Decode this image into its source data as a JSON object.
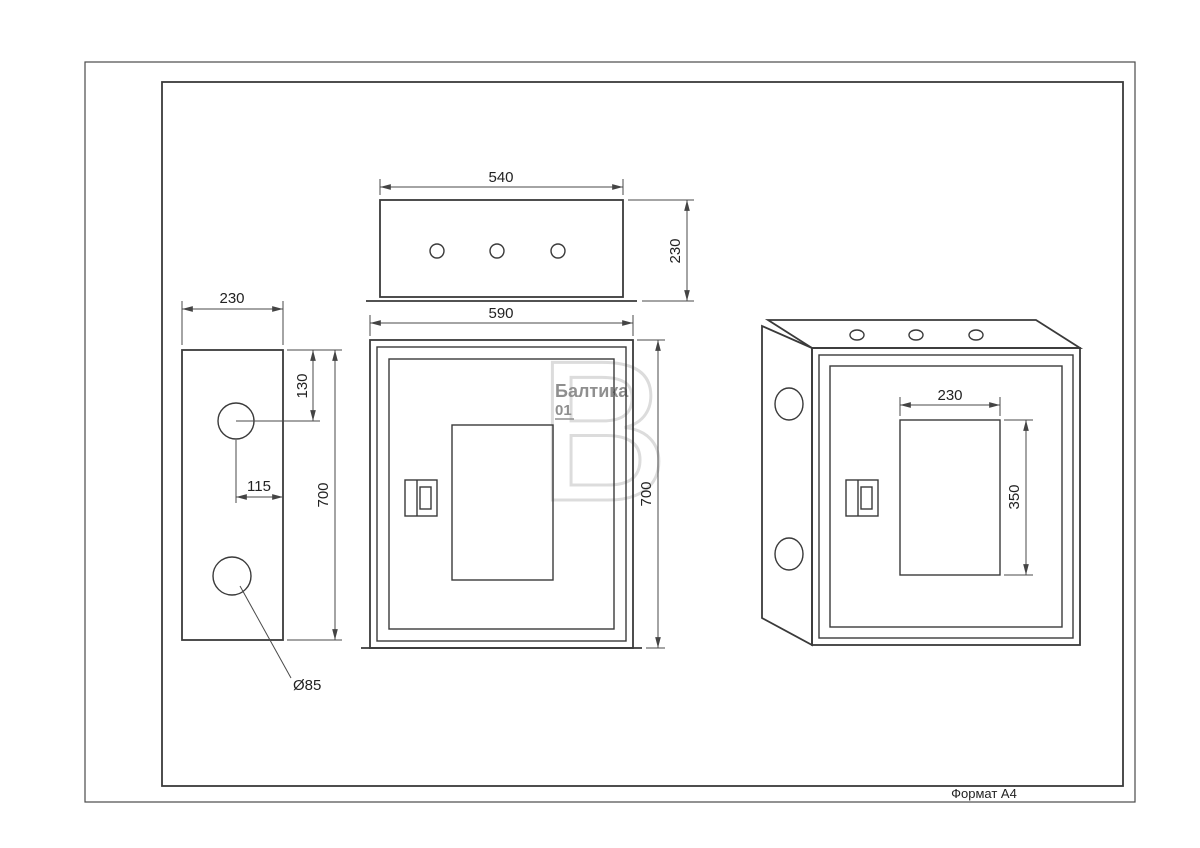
{
  "colors": {
    "background": "#ffffff",
    "line": "#3a3a3a",
    "dim": "#4a4a4a",
    "watermark_text": "#8f8f8f",
    "watermark_letter": "#dcdcdc"
  },
  "sheet": {
    "format_label": "Формат А4"
  },
  "watermark": {
    "letter": "B",
    "brand": "Балтика",
    "number": "01"
  },
  "views": {
    "top_view": {
      "dims": {
        "width": "540",
        "depth": "230"
      }
    },
    "side_view": {
      "dims": {
        "width": "230",
        "hole_offset": "130",
        "hole_center": "115",
        "height": "700",
        "hole_diameter": "Ø85"
      }
    },
    "front_view": {
      "dims": {
        "width": "590",
        "height": "700"
      }
    },
    "perspective_view": {
      "dims": {
        "window_width": "230",
        "window_height": "350"
      }
    }
  }
}
